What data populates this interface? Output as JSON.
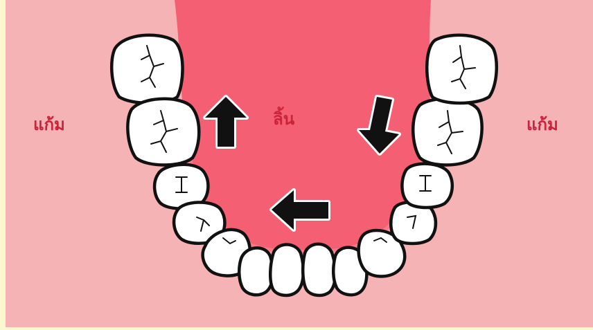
{
  "labels": {
    "left_cheek": "แก้ม",
    "tongue": "ลิ้น",
    "right_cheek": "แก้ม"
  },
  "colors": {
    "border": "#fdf7cf",
    "gum": "#f6b3b5",
    "tongue": "#f45f74",
    "tooth": "#ffffff",
    "outline": "#111111",
    "label_text": "#c8243a"
  },
  "icons": {
    "arrow_left_side": "arrow-up-icon",
    "arrow_right_side": "arrow-down-icon",
    "arrow_bottom": "arrow-left-icon"
  }
}
